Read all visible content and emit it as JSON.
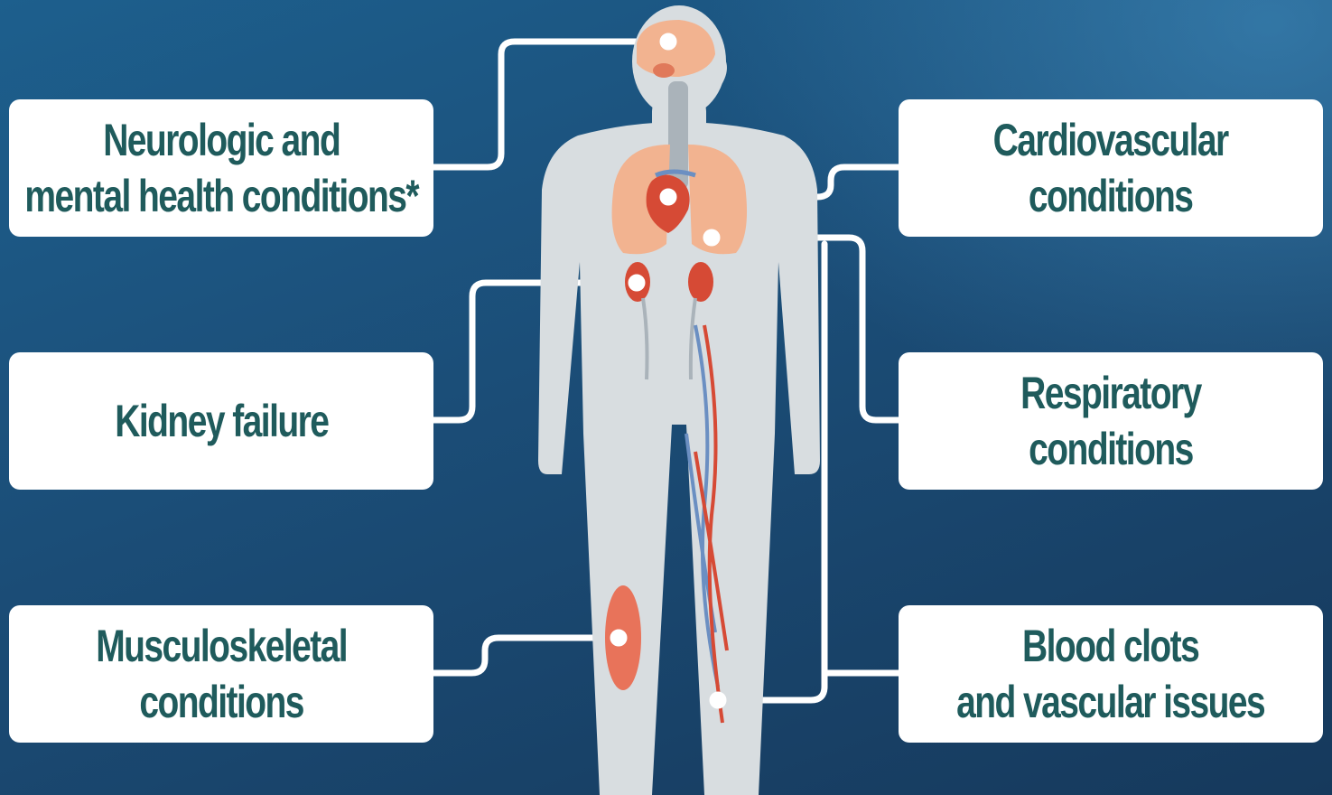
{
  "labels": {
    "neurologic": {
      "line1": "Neurologic and",
      "line2": "mental health conditions*"
    },
    "kidney": {
      "line1": "Kidney failure"
    },
    "musculoskeletal": {
      "line1": "Musculoskeletal",
      "line2": "conditions"
    },
    "cardiovascular": {
      "line1": "Cardiovascular",
      "line2": "conditions"
    },
    "respiratory": {
      "line1": "Respiratory",
      "line2": "conditions"
    },
    "blood_clots": {
      "line1": "Blood clots",
      "line2": "and vascular issues"
    }
  },
  "colors": {
    "background": "#1b4d77",
    "card": "#ffffff",
    "text": "#1f5b5c",
    "body_silhouette": "#d8dde0",
    "organ": "#f2b390",
    "accent_red": "#d64a35",
    "vein_blue": "#6b8fc2"
  }
}
